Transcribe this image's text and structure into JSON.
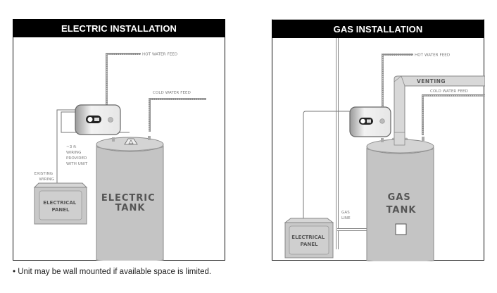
{
  "colors": {
    "header_bg": "#000000",
    "header_text": "#ffffff",
    "tank_fill": "#c4c4c4",
    "tank_stroke": "#8a8a8a",
    "label_text": "#777777"
  },
  "electric": {
    "title": "ELECTRIC INSTALLATION",
    "hot_water_feed": "HOT WATER FEED",
    "cold_water_feed": "COLD WATER FEED",
    "wiring_note": [
      "~3 ft",
      "WIRING",
      "PROVIDED",
      "WITH UNIT"
    ],
    "existing_wiring": [
      "EXISTING",
      "WIRING"
    ],
    "panel_label": [
      "ELECTRICAL",
      "PANEL"
    ],
    "tank_label": [
      "ELECTRIC",
      "TANK"
    ]
  },
  "gas": {
    "title": "GAS INSTALLATION",
    "hot_water_feed": "HOT WATER FEED",
    "venting": "VENTING",
    "cold_water_feed": "COLD WATER FEED",
    "gas_line": [
      "GAS",
      "LINE"
    ],
    "panel_label": [
      "ELECTRICAL",
      "PANEL"
    ],
    "tank_label": [
      "GAS",
      "TANK"
    ]
  },
  "footnote": "• Unit may be wall mounted if available space is limited."
}
